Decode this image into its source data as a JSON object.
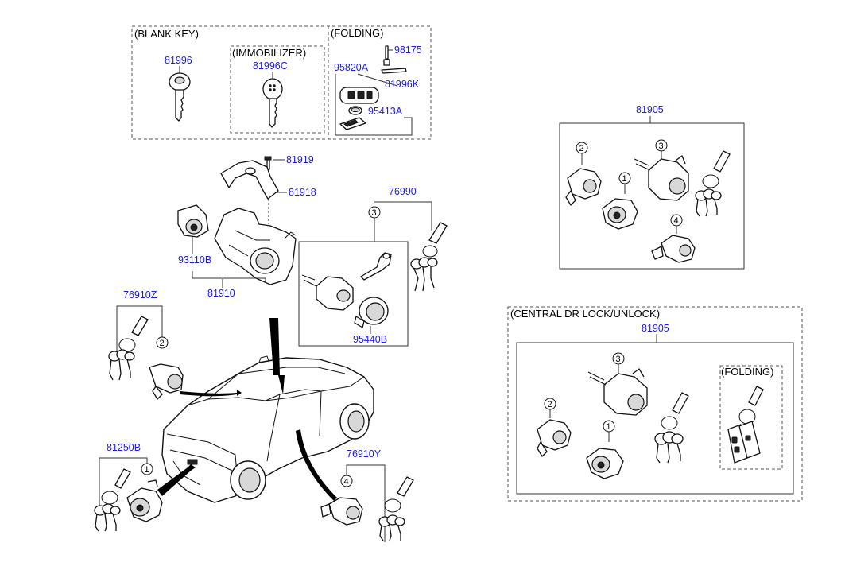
{
  "groups": {
    "blank_key": "(BLANK KEY)",
    "immobilizer": "(IMMOBILIZER)",
    "folding_top": "(FOLDING)",
    "central_dr_lock": "(CENTRAL DR LOCK/UNLOCK)",
    "folding_right": "(FOLDING)"
  },
  "parts": {
    "p81996": "81996",
    "p81996C": "81996C",
    "p95820A": "95820A",
    "p98175": "98175",
    "p81996K": "81996K",
    "p95413A": "95413A",
    "p81919": "81919",
    "p81918": "81918",
    "p93110B": "93110B",
    "p81910": "81910",
    "p76990": "76990",
    "p95440B": "95440B",
    "p76910Z": "76910Z",
    "p81250B": "81250B",
    "p76910Y": "76910Y",
    "p81905_top": "81905",
    "p81905_bottom": "81905"
  },
  "callouts": {
    "c1": "1",
    "c2": "2",
    "c3": "3",
    "c4": "4"
  }
}
